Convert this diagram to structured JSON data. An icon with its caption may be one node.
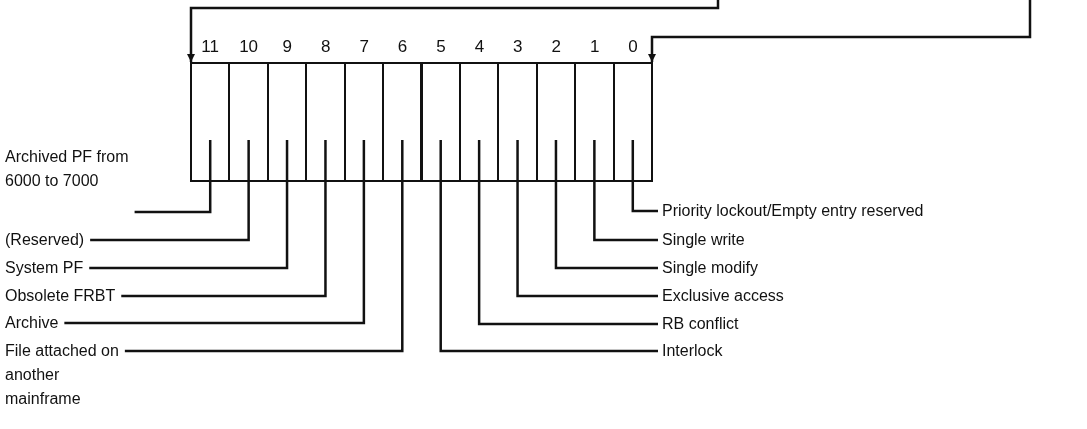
{
  "diagram": {
    "nodes": [
      {
        "text": [],
        "shape": "box",
        "beside": [
          "11"
        ]
      },
      {
        "text": [],
        "shape": "box",
        "beside": [
          "10"
        ]
      },
      {
        "text": [],
        "shape": "box",
        "beside": [
          "9"
        ]
      },
      {
        "text": [],
        "shape": "box",
        "beside": [
          "8"
        ]
      },
      {
        "text": [],
        "shape": "box",
        "beside": [
          "7"
        ]
      },
      {
        "text": [],
        "shape": "box",
        "beside": [
          "6"
        ]
      },
      {
        "text": [],
        "shape": "box",
        "beside": [
          "5"
        ]
      },
      {
        "text": [],
        "shape": "box",
        "beside": [
          "4"
        ]
      },
      {
        "text": [],
        "shape": "box",
        "beside": [
          "3"
        ]
      },
      {
        "text": [],
        "shape": "box",
        "beside": [
          "2"
        ]
      },
      {
        "text": [],
        "shape": "box",
        "beside": [
          "1"
        ]
      },
      {
        "text": [],
        "shape": "box",
        "beside": [
          "0"
        ]
      },
      {
        "text": [
          "Archived PF from 6000 to 7000"
        ]
      },
      {
        "text": [
          "(Reserved)"
        ]
      },
      {
        "text": [
          "System PF"
        ]
      },
      {
        "text": [
          "Obsolete FRBT"
        ]
      },
      {
        "text": [
          "Archive"
        ]
      },
      {
        "text": [
          "File attached on another mainframe"
        ]
      },
      {
        "text": [
          "Priority lockout/Empty entry reserved"
        ]
      },
      {
        "text": [
          "Single write"
        ]
      },
      {
        "text": [
          "Single modify"
        ]
      },
      {
        "text": [
          "Exclusive access"
        ]
      },
      {
        "text": [
          "RB conflict"
        ]
      },
      {
        "text": [
          "Interlock"
        ]
      }
    ],
    "edges": [
      {
        "from": null,
        "to": 0,
        "arrow": "to"
      },
      {
        "from": null,
        "to": 11,
        "arrow": "to"
      },
      {
        "from": 12,
        "to": 0,
        "arrow": "none"
      },
      {
        "from": 13,
        "to": 1,
        "arrow": "none"
      },
      {
        "from": 14,
        "to": 2,
        "arrow": "none"
      },
      {
        "from": 15,
        "to": 3,
        "arrow": "none"
      },
      {
        "from": 16,
        "to": 4,
        "arrow": "none"
      },
      {
        "from": 17,
        "to": 5,
        "arrow": "none"
      },
      {
        "from": 18,
        "to": 11,
        "arrow": "none"
      },
      {
        "from": 19,
        "to": 10,
        "arrow": "none"
      },
      {
        "from": 20,
        "to": 9,
        "arrow": "none"
      },
      {
        "from": 21,
        "to": 8,
        "arrow": "none"
      },
      {
        "from": 22,
        "to": 7,
        "arrow": "none"
      },
      {
        "from": 23,
        "to": 6,
        "arrow": "none"
      }
    ]
  }
}
